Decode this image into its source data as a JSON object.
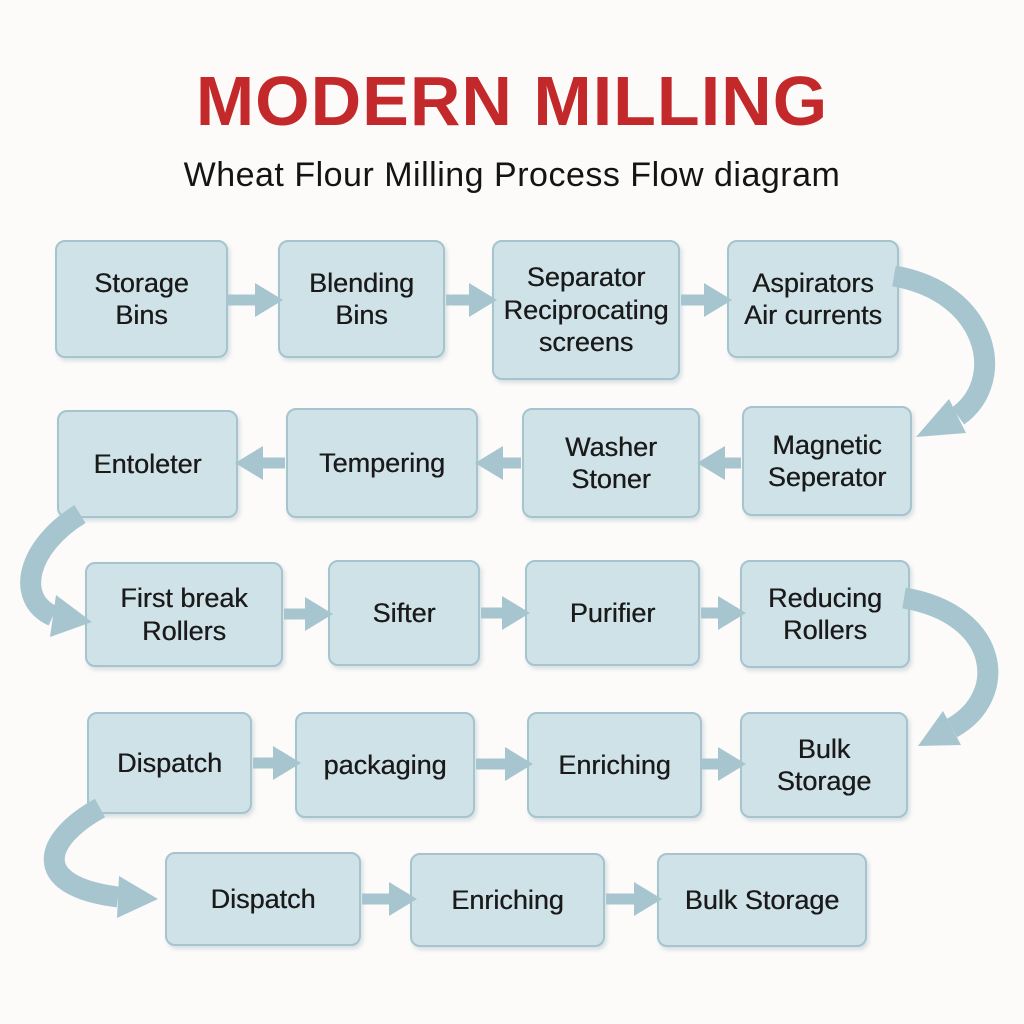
{
  "title": "MODERN MILLING",
  "subtitle": "Wheat Flour Milling Process Flow diagram",
  "colors": {
    "title_red": "#c3292b",
    "box_fill": "#cfe2e8",
    "box_border": "#a5c4ce",
    "arrow": "#a7c5cf",
    "text": "#1a1a1a",
    "background": "#fcfbfa"
  },
  "nodes": {
    "storage_bins": {
      "label": "Storage\nBins"
    },
    "blending_bins": {
      "label": "Blending\nBins"
    },
    "separator": {
      "label": "Separator\nReciprocating\nscreens"
    },
    "aspirators": {
      "label": "Aspirators\nAir currents"
    },
    "entoleter": {
      "label": "Entoleter"
    },
    "tempering": {
      "label": "Tempering"
    },
    "washer_stoner": {
      "label": "Washer\nStoner"
    },
    "magnetic_seperator": {
      "label": "Magnetic\nSeperator"
    },
    "first_break_rollers": {
      "label": "First break\nRollers"
    },
    "sifter": {
      "label": "Sifter"
    },
    "purifier": {
      "label": "Purifier"
    },
    "reducing_rollers": {
      "label": "Reducing\nRollers"
    },
    "dispatch_a": {
      "label": "Dispatch"
    },
    "packaging": {
      "label": "packaging"
    },
    "enriching_a": {
      "label": "Enriching"
    },
    "bulk_storage_a": {
      "label": "Bulk\nStorage"
    },
    "dispatch_b": {
      "label": "Dispatch"
    },
    "enriching_b": {
      "label": "Enriching"
    },
    "bulk_storage_b": {
      "label": "Bulk Storage"
    }
  },
  "connections": [
    {
      "from": "storage_bins",
      "to": "blending_bins",
      "style": "straight"
    },
    {
      "from": "blending_bins",
      "to": "separator",
      "style": "straight"
    },
    {
      "from": "separator",
      "to": "aspirators",
      "style": "straight"
    },
    {
      "from": "aspirators",
      "to": "magnetic_seperator",
      "style": "curved"
    },
    {
      "from": "magnetic_seperator",
      "to": "washer_stoner",
      "style": "straight"
    },
    {
      "from": "washer_stoner",
      "to": "tempering",
      "style": "straight"
    },
    {
      "from": "tempering",
      "to": "entoleter",
      "style": "straight"
    },
    {
      "from": "entoleter",
      "to": "first_break_rollers",
      "style": "curved"
    },
    {
      "from": "first_break_rollers",
      "to": "sifter",
      "style": "straight"
    },
    {
      "from": "sifter",
      "to": "purifier",
      "style": "straight"
    },
    {
      "from": "purifier",
      "to": "reducing_rollers",
      "style": "straight"
    },
    {
      "from": "reducing_rollers",
      "to": "bulk_storage_a",
      "style": "curved"
    },
    {
      "from": "dispatch_a",
      "to": "packaging",
      "style": "straight"
    },
    {
      "from": "packaging",
      "to": "enriching_a",
      "style": "straight"
    },
    {
      "from": "enriching_a",
      "to": "bulk_storage_a",
      "style": "straight"
    },
    {
      "from": "dispatch_a",
      "to": "dispatch_b",
      "style": "curved"
    },
    {
      "from": "dispatch_b",
      "to": "enriching_b",
      "style": "straight"
    },
    {
      "from": "enriching_b",
      "to": "bulk_storage_b",
      "style": "straight"
    }
  ]
}
